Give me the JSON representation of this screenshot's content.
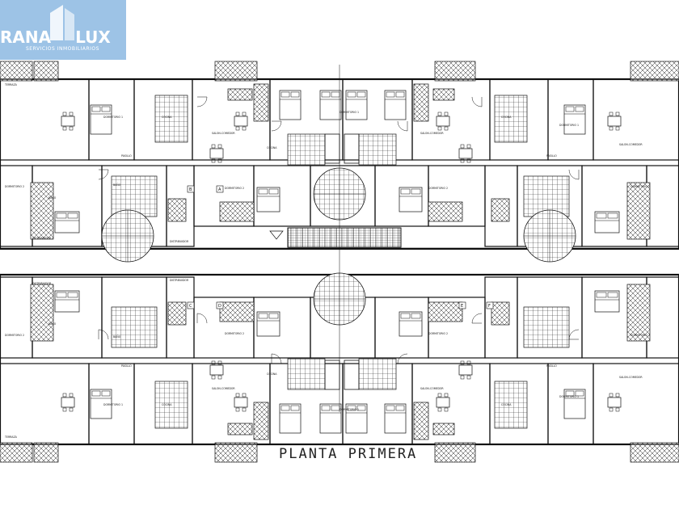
{
  "logo": {
    "brand_left": "RANA",
    "brand_right": "LUX",
    "tagline": "SERVICIOS INMOBILIARIOS",
    "background": "#9dc3e6"
  },
  "plan": {
    "title": "PLANTA PRIMERA",
    "unit_letters": [
      "A",
      "B",
      "C",
      "D",
      "E",
      "F"
    ],
    "room_labels": {
      "terrace": "TERRAZA",
      "living": "SALON-COMEDOR",
      "kitchen": "COCINA",
      "bedroom_1": "DORMITORIO 1",
      "bedroom_2": "DORMITORIO 2",
      "bathroom": "BAÑO",
      "hall": "PASILLO",
      "distributor": "DISTRIBUIDOR"
    },
    "line_color": "#111111"
  }
}
